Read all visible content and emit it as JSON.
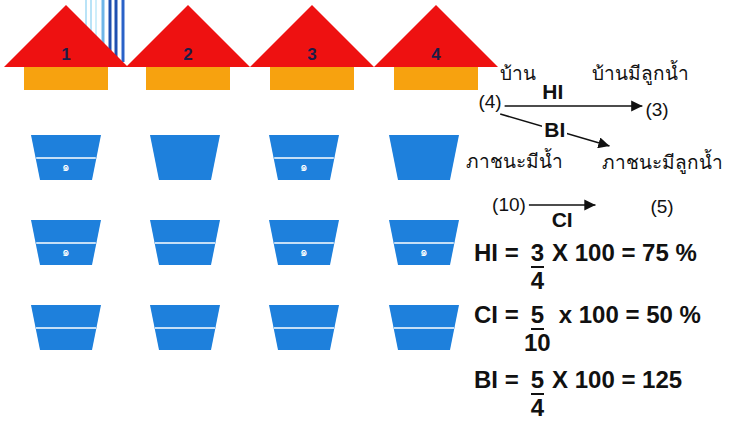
{
  "diagram": {
    "nodes": [
      {
        "text": [
          "1"
        ]
      },
      {
        "text": [
          "2"
        ]
      },
      {
        "text": [
          "3"
        ]
      },
      {
        "text": [
          "4"
        ]
      },
      {
        "text": [
          "๑"
        ]
      },
      {
        "text": [
          "๑"
        ]
      },
      {
        "text": [
          "๑"
        ]
      },
      {
        "text": [
          "๑"
        ]
      },
      {
        "text": [
          "๑"
        ]
      },
      {
        "text": [
          "บ้าน",
          "(4)"
        ]
      },
      {
        "text": [
          "บ้านมีลูกน้ำ",
          "(3)"
        ]
      },
      {
        "text": [
          "ภาชนะมีน้ำ",
          "(10)"
        ]
      },
      {
        "text": [
          "ภาชนะมีลูกน้ำ",
          "(5)"
        ]
      }
    ],
    "edges": [
      {
        "from": 9,
        "to": 10,
        "label": "HI",
        "arrow": "to"
      },
      {
        "from": 9,
        "to": 12,
        "label": "BI",
        "arrow": "to"
      },
      {
        "from": 11,
        "to": 12,
        "label": "CI",
        "arrow": "to"
      }
    ],
    "labels": [
      "HI =",
      "3",
      "4",
      "X 100 = 75 %",
      "CI =",
      "5",
      "10",
      "x 100 = 50 %",
      "BI =",
      "5",
      "4",
      "X 100 = 125"
    ]
  }
}
